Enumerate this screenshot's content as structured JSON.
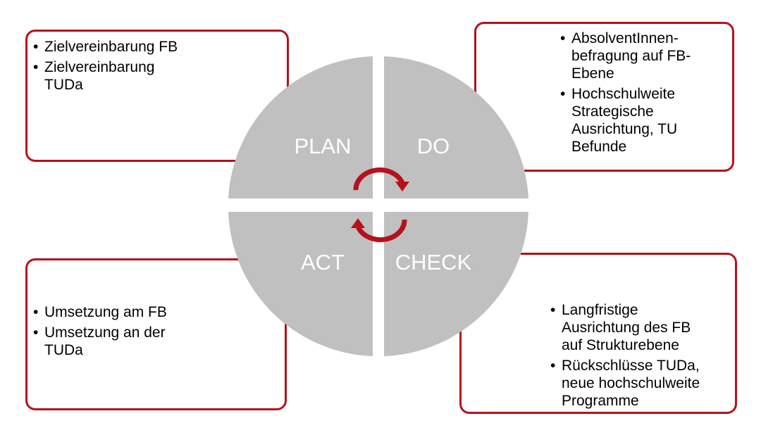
{
  "quadrants": {
    "plan": "PLAN",
    "do": "DO",
    "act": "ACT",
    "check": "CHECK"
  },
  "boxes": {
    "plan": [
      "Zielvereinbarung FB",
      "Zielvereinbarung TUDa"
    ],
    "do": [
      "AbsolventInnen-befragung auf FB-Ebene",
      "Hochschulweite Strategische Ausrichtung, TU Befunde"
    ],
    "act": [
      "Umsetzung am FB",
      "Umsetzung an der TUDa"
    ],
    "check": [
      "Langfristige Ausrichtung des FB auf Strukturebene",
      "Rückschlüsse TUDa, neue hochschulweite Programme"
    ]
  },
  "colors": {
    "accent": "#b5121b",
    "quadrant_fill": "#c0c0c0",
    "label_text": "#ffffff"
  }
}
